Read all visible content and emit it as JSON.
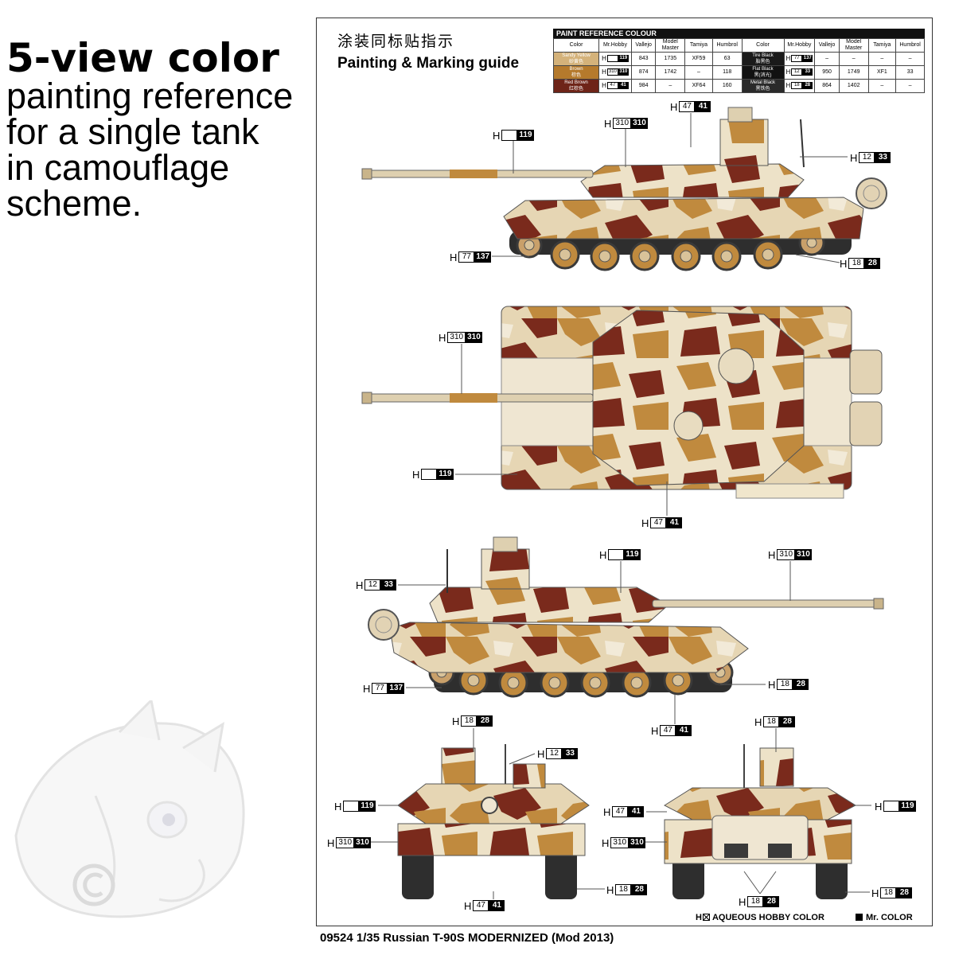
{
  "headline": {
    "big": "5-view color",
    "lines": [
      "painting reference",
      "for a single tank",
      "in camouflage",
      "scheme."
    ]
  },
  "sheet": {
    "title_cn": "涂装同标贴指示",
    "title_en": "Painting & Marking guide",
    "table_title": "PAINT  REFERENCE COLOUR",
    "headers": [
      "Color",
      "Mr.Hobby",
      "Vallejo",
      "Model Master",
      "Tamiya",
      "Humbrol",
      "Color",
      "Mr.Hobby",
      "Vallejo",
      "Model Master",
      "Tamiya",
      "Humbrol"
    ],
    "rows": [
      {
        "color_en": "Sandy Yellow",
        "color_cn": "砂黄色",
        "swatch": "#d4b27a",
        "h_white": "",
        "h_black": "119",
        "vallejo": "843",
        "mm": "1735",
        "tamiya": "XF59",
        "humbrol": "63",
        "color2_en": "Tire Black",
        "color2_cn": "胎黑色",
        "swatch2": "#1a1a1a",
        "h2_white": "77",
        "h2_black": "137",
        "vallejo2": "–",
        "mm2": "–",
        "tamiya2": "–",
        "humbrol2": "–"
      },
      {
        "color_en": "Brown",
        "color_cn": "棕色",
        "swatch": "#b57a2c",
        "h_white": "310",
        "h_black": "310",
        "vallejo": "874",
        "mm": "1742",
        "tamiya": "–",
        "humbrol": "118",
        "color2_en": "Flat Black",
        "color2_cn": "黑(消光)",
        "swatch2": "#111111",
        "h2_white": "12",
        "h2_black": "33",
        "vallejo2": "950",
        "mm2": "1749",
        "tamiya2": "XF1",
        "humbrol2": "33"
      },
      {
        "color_en": "Red Brown",
        "color_cn": "红棕色",
        "swatch": "#6e2418",
        "h_white": "47",
        "h_black": "41",
        "vallejo": "984",
        "mm": "–",
        "tamiya": "XF64",
        "humbrol": "160",
        "color2_en": "Metal Black",
        "color2_cn": "黑铁色",
        "swatch2": "#2a2a2a",
        "h2_white": "18",
        "h2_black": "28",
        "vallejo2": "864",
        "mm2": "1402",
        "tamiya2": "–",
        "humbrol2": "–"
      }
    ],
    "colors": {
      "sandy": "#e3d1ad",
      "brown": "#c08a3e",
      "red_brown": "#7a2a1c",
      "light": "#efe6d2",
      "metal": "#3a3a3a"
    },
    "legend": {
      "aqueous": "AQUEOUS HOBBY COLOR",
      "mr": "Mr. COLOR",
      "h": "H"
    }
  },
  "callouts": [
    {
      "id": "c1",
      "h": "H",
      "w": "47",
      "b": "41"
    },
    {
      "id": "c2",
      "h": "H",
      "w": "310",
      "b": "310"
    },
    {
      "id": "c3",
      "h": "H",
      "w": "",
      "b": "119"
    },
    {
      "id": "c4",
      "h": "H",
      "w": "12",
      "b": "33"
    },
    {
      "id": "c5",
      "h": "H",
      "w": "77",
      "b": "137"
    },
    {
      "id": "c6",
      "h": "H",
      "w": "18",
      "b": "28"
    },
    {
      "id": "c7",
      "h": "H",
      "w": "310",
      "b": "310"
    },
    {
      "id": "c8",
      "h": "H",
      "w": "",
      "b": "119"
    },
    {
      "id": "c9",
      "h": "H",
      "w": "47",
      "b": "41"
    },
    {
      "id": "c10",
      "h": "H",
      "w": "",
      "b": "119"
    },
    {
      "id": "c11",
      "h": "H",
      "w": "310",
      "b": "310"
    },
    {
      "id": "c12",
      "h": "H",
      "w": "12",
      "b": "33"
    },
    {
      "id": "c13",
      "h": "H",
      "w": "77",
      "b": "137"
    },
    {
      "id": "c14",
      "h": "H",
      "w": "18",
      "b": "28"
    },
    {
      "id": "c15",
      "h": "H",
      "w": "47",
      "b": "41"
    },
    {
      "id": "c16",
      "h": "H",
      "w": "18",
      "b": "28"
    },
    {
      "id": "c17",
      "h": "H",
      "w": "12",
      "b": "33"
    },
    {
      "id": "c18",
      "h": "H",
      "w": "",
      "b": "119"
    },
    {
      "id": "c19",
      "h": "H",
      "w": "310",
      "b": "310"
    },
    {
      "id": "c20",
      "h": "H",
      "w": "18",
      "b": "28"
    },
    {
      "id": "c21",
      "h": "H",
      "w": "47",
      "b": "41"
    },
    {
      "id": "c22",
      "h": "H",
      "w": "18",
      "b": "28"
    },
    {
      "id": "c23",
      "h": "H",
      "w": "47",
      "b": "41"
    },
    {
      "id": "c24",
      "h": "H",
      "w": "310",
      "b": "310"
    },
    {
      "id": "c25",
      "h": "H",
      "w": "",
      "b": "119"
    },
    {
      "id": "c26",
      "h": "H",
      "w": "18",
      "b": "28"
    },
    {
      "id": "c27",
      "h": "H",
      "w": "18",
      "b": "28"
    }
  ],
  "caption": "09524  1/35  Russian T-90S MODERNIZED (Mod 2013)"
}
